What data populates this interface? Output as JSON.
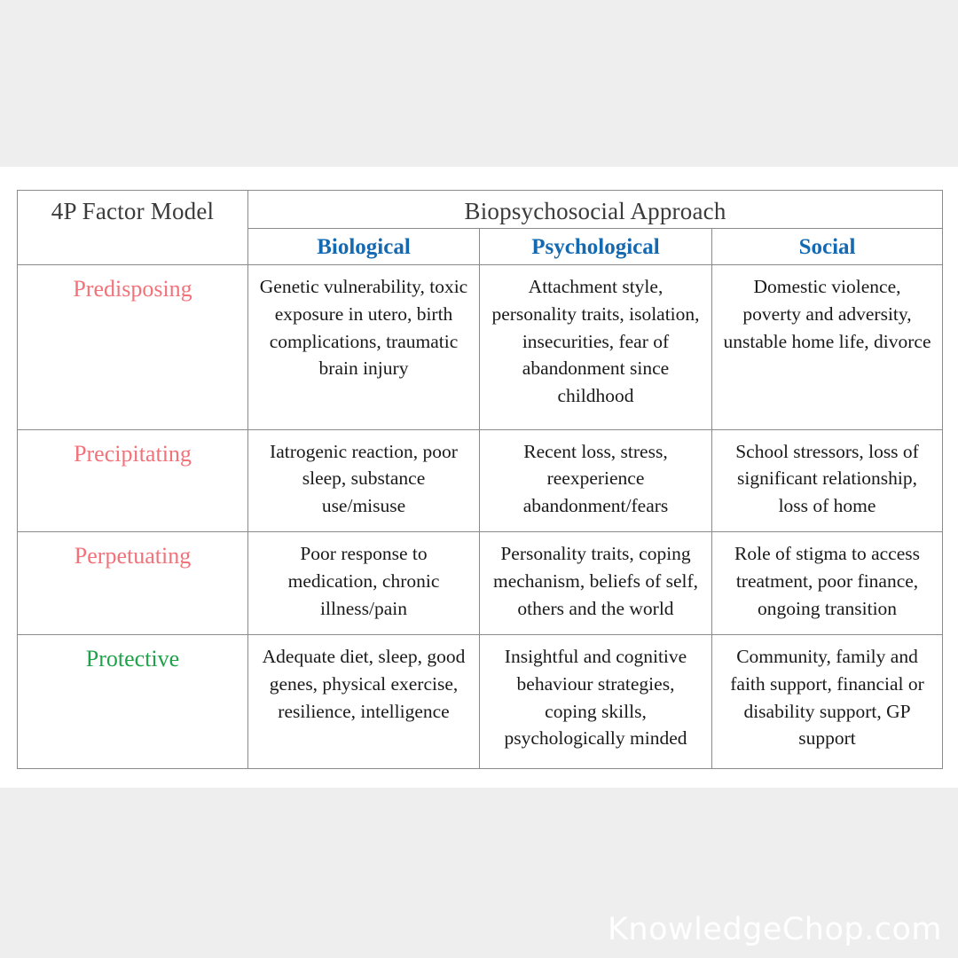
{
  "page": {
    "background_color": "#eeeeee",
    "sheet_color": "#ffffff"
  },
  "colors": {
    "header_text": "#3b3b3b",
    "domain_header": "#1569b0",
    "factor_red": "#f2727a",
    "factor_green": "#1ea24a",
    "body_text": "#1a1a1a",
    "border": "#8a8a8a"
  },
  "watermark": {
    "text": "KnowledgeChop.com"
  },
  "table": {
    "header": {
      "model_title": "4P Factor Model",
      "approach_title": "Biopsychosocial Approach",
      "domains": [
        {
          "label": "Biological"
        },
        {
          "label": "Psychological"
        },
        {
          "label": "Social"
        }
      ]
    },
    "rows": [
      {
        "factor": "Predisposing",
        "factor_color": "#f2727a",
        "cells": [
          "Genetic vulnerability, toxic exposure in utero, birth complications, traumatic brain injury",
          "Attachment style, personality traits, isolation, insecurities, fear of abandonment since childhood",
          "Domestic violence, poverty and adversity, unstable home life, divorce"
        ]
      },
      {
        "factor": "Precipitating",
        "factor_color": "#f2727a",
        "cells": [
          "Iatrogenic reaction, poor sleep, substance use/misuse",
          "Recent loss, stress, reexperience abandonment/fears",
          "School stressors, loss of significant relationship, loss of home"
        ]
      },
      {
        "factor": "Perpetuating",
        "factor_color": "#f2727a",
        "cells": [
          "Poor response to medication, chronic illness/pain",
          "Personality traits, coping mechanism, beliefs of self, others and the world",
          "Role of stigma to access treatment, poor finance, ongoing transition"
        ]
      },
      {
        "factor": "Protective",
        "factor_color": "#1ea24a",
        "cells": [
          "Adequate diet, sleep, good genes, physical exercise, resilience, intelligence",
          "Insightful and cognitive behaviour strategies, coping skills, psychologically minded",
          "Community, family and faith support, financial or disability support, GP support"
        ]
      }
    ]
  }
}
